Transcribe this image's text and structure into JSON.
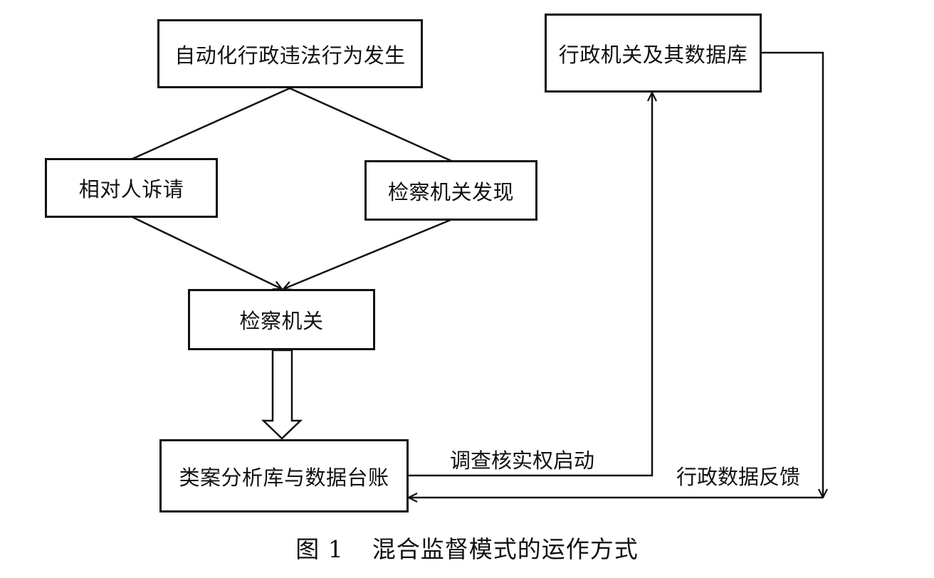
{
  "nodes": {
    "violation_occurs": "自动化行政违法行为发生",
    "counterpart_appeal": "相对人诉请",
    "procuratorate_discovers": "检察机关发现",
    "procuratorate": "检察机关",
    "case_database": "类案分析库与数据台账",
    "admin_database": "行政机关及其数据库"
  },
  "edge_labels": {
    "investigation_start": "调查核实权启动",
    "data_feedback": "行政数据反馈"
  },
  "caption": {
    "figure_number": "图 1",
    "title": "混合监督模式的运作方式"
  }
}
